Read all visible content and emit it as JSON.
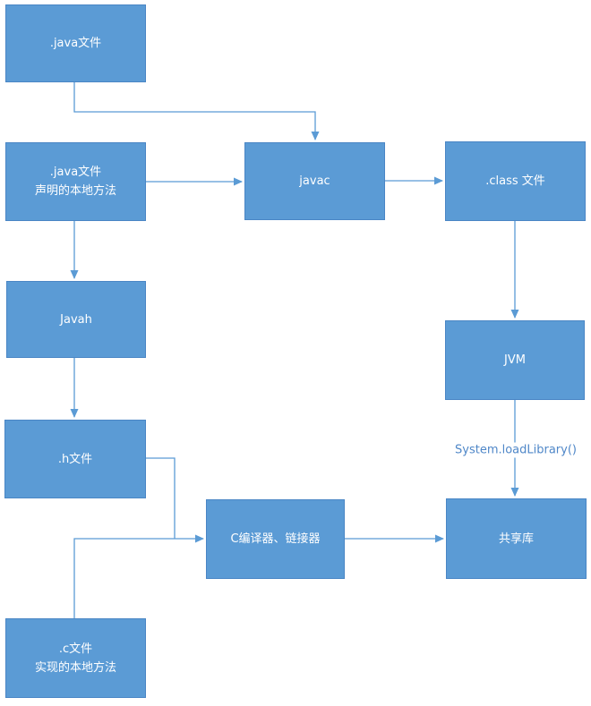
{
  "diagram": {
    "nodes": {
      "java_file": {
        "label": ".java文件"
      },
      "java_native": {
        "label": ".java文件\n声明的本地方法"
      },
      "javac": {
        "label": "javac"
      },
      "class_file": {
        "label": ".class 文件"
      },
      "javah": {
        "label": "Javah"
      },
      "jvm": {
        "label": "JVM"
      },
      "h_file": {
        "label": ".h文件"
      },
      "c_compiler": {
        "label": "C编译器、链接器"
      },
      "shared_lib": {
        "label": "共享库"
      },
      "c_file": {
        "label": ".c文件\n实现的本地方法"
      }
    },
    "edge_labels": {
      "jvm_to_shared_lib": "System.loadLibrary()"
    },
    "edges": [
      {
        "from": "java_file",
        "to": "javac"
      },
      {
        "from": "java_native",
        "to": "javac"
      },
      {
        "from": "javac",
        "to": "class_file"
      },
      {
        "from": "java_native",
        "to": "javah"
      },
      {
        "from": "javah",
        "to": "h_file"
      },
      {
        "from": "class_file",
        "to": "jvm"
      },
      {
        "from": "jvm",
        "to": "shared_lib",
        "label": "System.loadLibrary()"
      },
      {
        "from": "h_file",
        "to": "c_compiler"
      },
      {
        "from": "c_file",
        "to": "c_compiler"
      },
      {
        "from": "c_compiler",
        "to": "shared_lib"
      }
    ],
    "colors": {
      "node_fill": "#5b9bd5",
      "node_border": "#4a86c5",
      "connector": "#5b9bd5",
      "edge_label_text": "#4f87c8",
      "node_text": "#ffffff",
      "background": "#ffffff"
    }
  }
}
